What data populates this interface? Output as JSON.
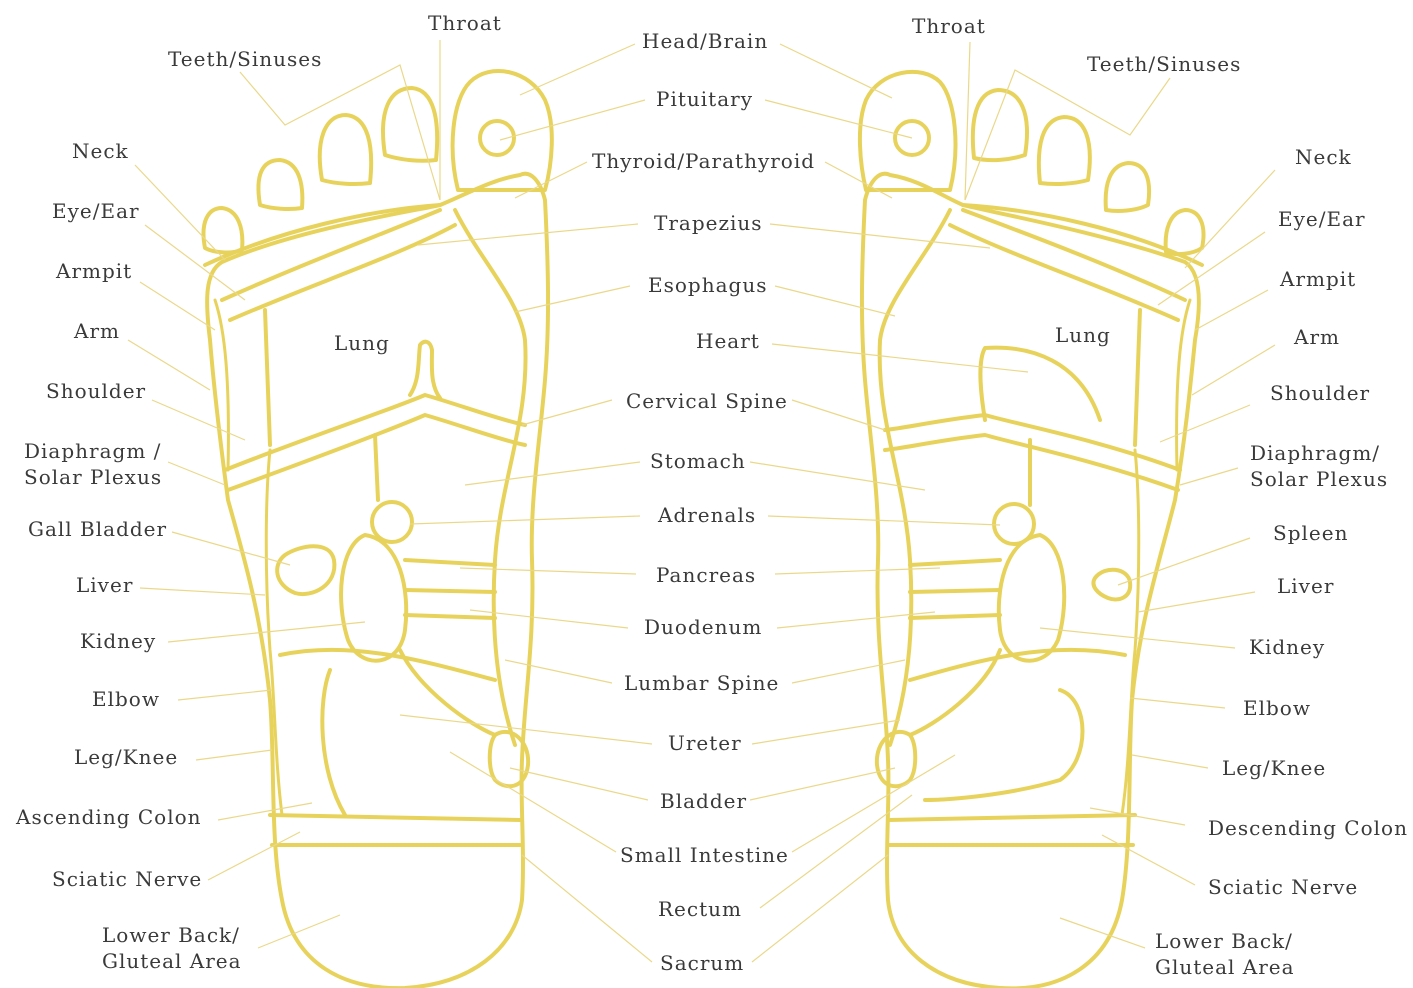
{
  "colors": {
    "line": "#e7d35c",
    "leader": "#ead88a",
    "text": "#3a3a3a",
    "background": "#ffffff"
  },
  "labels": {
    "left_throat": "Throat",
    "left_teeth_sinuses": "Teeth/Sinuses",
    "left_neck": "Neck",
    "left_eye_ear": "Eye/Ear",
    "left_armpit": "Armpit",
    "left_arm": "Arm",
    "left_shoulder": "Shoulder",
    "left_diaphragm": "Diaphragm /\nSolar Plexus",
    "left_gall_bladder": "Gall Bladder",
    "left_liver": "Liver",
    "left_kidney": "Kidney",
    "left_elbow": "Elbow",
    "left_leg_knee": "Leg/Knee",
    "left_ascending_colon": "Ascending Colon",
    "left_sciatic_nerve": "Sciatic Nerve",
    "left_lower_back": "Lower Back/\nGluteal Area",
    "left_lung": "Lung",
    "right_lung": "Lung",
    "center_head_brain": "Head/Brain",
    "center_pituitary": "Pituitary",
    "center_thyroid": "Thyroid/Parathyroid",
    "center_trapezius": "Trapezius",
    "center_esophagus": "Esophagus",
    "center_heart": "Heart",
    "center_cervical_spine": "Cervical Spine",
    "center_stomach": "Stomach",
    "center_adrenals": "Adrenals",
    "center_pancreas": "Pancreas",
    "center_duodenum": "Duodenum",
    "center_lumbar_spine": "Lumbar Spine",
    "center_ureter": "Ureter",
    "center_bladder": "Bladder",
    "center_small_intestine": "Small Intestine",
    "center_rectum": "Rectum",
    "center_sacrum": "Sacrum",
    "right_throat": "Throat",
    "right_teeth_sinuses": "Teeth/Sinuses",
    "right_neck": "Neck",
    "right_eye_ear": "Eye/Ear",
    "right_armpit": "Armpit",
    "right_arm": "Arm",
    "right_shoulder": "Shoulder",
    "right_diaphragm": "Diaphragm/\nSolar Plexus",
    "right_spleen": "Spleen",
    "right_liver": "Liver",
    "right_kidney": "Kidney",
    "right_elbow": "Elbow",
    "right_leg_knee": "Leg/Knee",
    "right_descending_colon": "Descending Colon",
    "right_sciatic_nerve": "Sciatic Nerve",
    "right_lower_back": "Lower Back/\nGluteal Area"
  }
}
